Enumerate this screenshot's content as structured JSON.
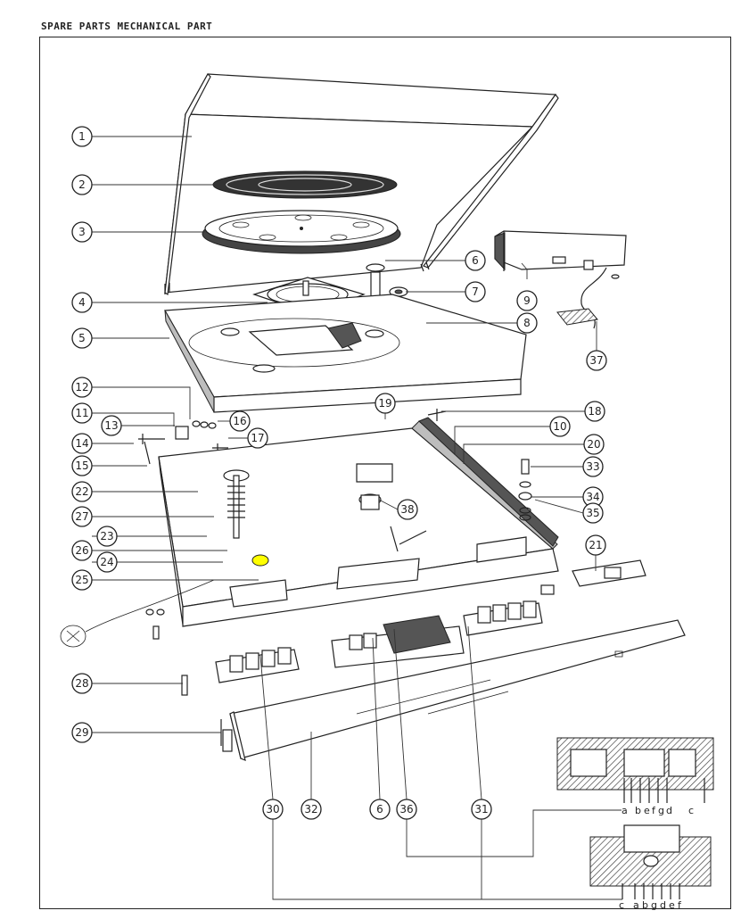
{
  "page": {
    "title": "SPARE PARTS MECHANICAL PART"
  },
  "callouts": [
    {
      "id": "c1",
      "label": "1"
    },
    {
      "id": "c2",
      "label": "2"
    },
    {
      "id": "c3",
      "label": "3"
    },
    {
      "id": "c4",
      "label": "4"
    },
    {
      "id": "c5",
      "label": "5"
    },
    {
      "id": "c6a",
      "label": "6"
    },
    {
      "id": "c7",
      "label": "7"
    },
    {
      "id": "c8",
      "label": "8"
    },
    {
      "id": "c9",
      "label": "9"
    },
    {
      "id": "c37",
      "label": "37"
    },
    {
      "id": "c12",
      "label": "12"
    },
    {
      "id": "c11",
      "label": "11"
    },
    {
      "id": "c13",
      "label": "13"
    },
    {
      "id": "c16",
      "label": "16"
    },
    {
      "id": "c14",
      "label": "14"
    },
    {
      "id": "c17",
      "label": "17"
    },
    {
      "id": "c15",
      "label": "15"
    },
    {
      "id": "c19",
      "label": "19"
    },
    {
      "id": "c18",
      "label": "18"
    },
    {
      "id": "c10",
      "label": "10"
    },
    {
      "id": "c20",
      "label": "20"
    },
    {
      "id": "c33",
      "label": "33"
    },
    {
      "id": "c22",
      "label": "22"
    },
    {
      "id": "c34",
      "label": "34"
    },
    {
      "id": "c27",
      "label": "27"
    },
    {
      "id": "c38",
      "label": "38"
    },
    {
      "id": "c35",
      "label": "35"
    },
    {
      "id": "c23",
      "label": "23"
    },
    {
      "id": "c26",
      "label": "26"
    },
    {
      "id": "c24",
      "label": "24"
    },
    {
      "id": "c21",
      "label": "21"
    },
    {
      "id": "c25",
      "label": "25"
    },
    {
      "id": "c28",
      "label": "28"
    },
    {
      "id": "c29",
      "label": "29"
    },
    {
      "id": "c30",
      "label": "30"
    },
    {
      "id": "c32",
      "label": "32"
    },
    {
      "id": "c6b",
      "label": "6"
    },
    {
      "id": "c36",
      "label": "36"
    },
    {
      "id": "c31",
      "label": "31"
    }
  ],
  "detail_top_letters": [
    "a",
    "b",
    "e",
    "f",
    "g",
    "d",
    "c"
  ],
  "detail_bottom_letters": [
    "c",
    "a",
    "b",
    "g",
    "d",
    "e",
    "f"
  ]
}
